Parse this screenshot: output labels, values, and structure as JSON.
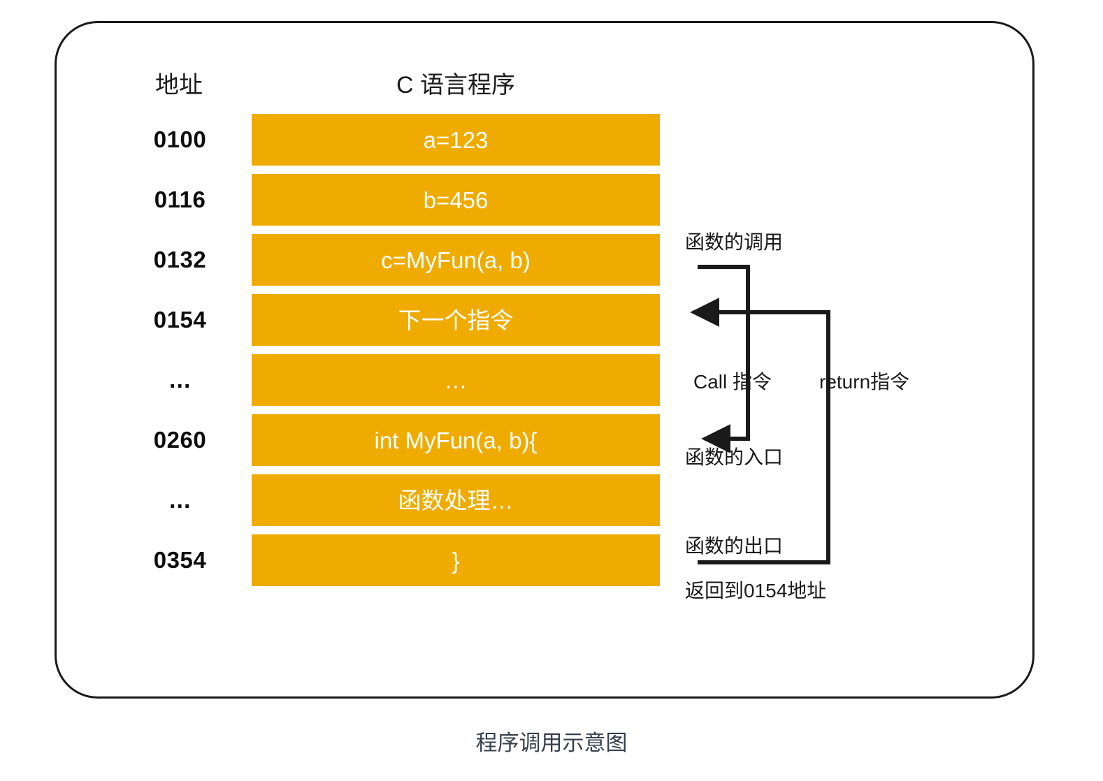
{
  "diagram": {
    "caption": "程序调用示意图",
    "headers": {
      "address": "地址",
      "program": "C 语言程序"
    },
    "colors": {
      "bar": "#efab00",
      "bar_text": "#ffffff",
      "frame_border": "#1a1a1a",
      "address_text": "#0d0d0d",
      "caption_text": "#36404d",
      "arrow": "#1a1a1a"
    },
    "rows": [
      {
        "address": "0100",
        "code": "a=123"
      },
      {
        "address": "0116",
        "code": "b=456"
      },
      {
        "address": "0132",
        "code": "c=MyFun(a, b)"
      },
      {
        "address": "0154",
        "code": "下一个指令"
      },
      {
        "address": "…",
        "code": "…"
      },
      {
        "address": "0260",
        "code": "int MyFun(a, b){"
      },
      {
        "address": "…",
        "code": "函数处理…"
      },
      {
        "address": "0354",
        "code": "}"
      }
    ],
    "annotations": {
      "call_title": "函数的调用",
      "call_instruction": "Call 指令",
      "return_instruction": "return指令",
      "function_entry": "函数的入口",
      "function_exit": "函数的出口",
      "return_address": "返回到0154地址"
    }
  }
}
